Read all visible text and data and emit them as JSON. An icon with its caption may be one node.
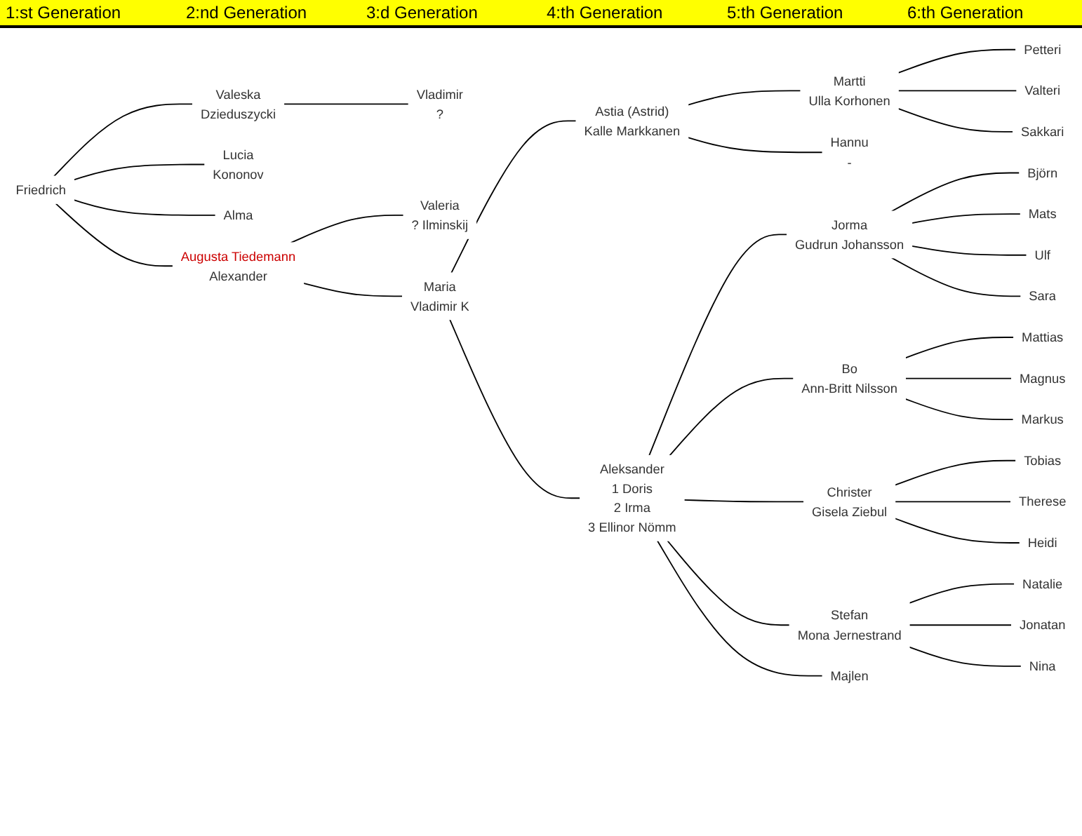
{
  "diagram": {
    "nodes": [
      {
        "text": [
          "Friedrich"
        ]
      },
      {
        "text": [
          "Valeska",
          "Dzieduszycki"
        ]
      },
      {
        "text": [
          "Lucia",
          "Kononov"
        ]
      },
      {
        "text": [
          "Alma"
        ]
      },
      {
        "text": [
          "Augusta Tiedemann",
          "Alexander"
        ]
      },
      {
        "text": [
          "Vladimir",
          "?"
        ]
      },
      {
        "text": [
          "Valeria",
          "? Ilminskij"
        ]
      },
      {
        "text": [
          "Maria",
          "Vladimir K"
        ]
      },
      {
        "text": [
          "Astia (Astrid)",
          "Kalle Markkanen"
        ]
      },
      {
        "text": [
          "Aleksander",
          "1 Doris",
          "2 Irma",
          "3 Ellinor Nömm"
        ]
      },
      {
        "text": [
          "Martti",
          "Ulla Korhonen"
        ]
      },
      {
        "text": [
          "Hannu",
          "-"
        ]
      },
      {
        "text": [
          "Jorma",
          "Gudrun Johansson"
        ]
      },
      {
        "text": [
          "Bo",
          "Ann-Britt Nilsson"
        ]
      },
      {
        "text": [
          "Christer",
          "Gisela Ziebul"
        ]
      },
      {
        "text": [
          "Stefan",
          "Mona Jernestrand"
        ]
      },
      {
        "text": [
          "Majlen"
        ]
      },
      {
        "text": [
          "Petteri"
        ]
      },
      {
        "text": [
          "Valteri"
        ]
      },
      {
        "text": [
          "Sakkari"
        ]
      },
      {
        "text": [
          "Björn"
        ]
      },
      {
        "text": [
          "Mats"
        ]
      },
      {
        "text": [
          "Ulf"
        ]
      },
      {
        "text": [
          "Sara"
        ]
      },
      {
        "text": [
          "Mattias"
        ]
      },
      {
        "text": [
          "Magnus"
        ]
      },
      {
        "text": [
          "Markus"
        ]
      },
      {
        "text": [
          "Tobias"
        ]
      },
      {
        "text": [
          "Therese"
        ]
      },
      {
        "text": [
          "Heidi"
        ]
      },
      {
        "text": [
          "Natalie"
        ]
      },
      {
        "text": [
          "Jonatan"
        ]
      },
      {
        "text": [
          "Nina"
        ]
      }
    ],
    "edges": [
      {
        "from": 0,
        "to": 1,
        "arrow": "none"
      },
      {
        "from": 0,
        "to": 2,
        "arrow": "none"
      },
      {
        "from": 0,
        "to": 3,
        "arrow": "none"
      },
      {
        "from": 0,
        "to": 4,
        "arrow": "none"
      },
      {
        "from": 1,
        "to": 5,
        "arrow": "none"
      },
      {
        "from": 4,
        "to": 6,
        "arrow": "none"
      },
      {
        "from": 4,
        "to": 7,
        "arrow": "none"
      },
      {
        "from": 7,
        "to": 8,
        "arrow": "none"
      },
      {
        "from": 7,
        "to": 9,
        "arrow": "none"
      },
      {
        "from": 8,
        "to": 10,
        "arrow": "none"
      },
      {
        "from": 8,
        "to": 11,
        "arrow": "none"
      },
      {
        "from": 9,
        "to": 12,
        "arrow": "none"
      },
      {
        "from": 9,
        "to": 13,
        "arrow": "none"
      },
      {
        "from": 9,
        "to": 14,
        "arrow": "none"
      },
      {
        "from": 9,
        "to": 15,
        "arrow": "none"
      },
      {
        "from": 9,
        "to": 16,
        "arrow": "none"
      },
      {
        "from": 10,
        "to": 17,
        "arrow": "none"
      },
      {
        "from": 10,
        "to": 18,
        "arrow": "none"
      },
      {
        "from": 10,
        "to": 19,
        "arrow": "none"
      },
      {
        "from": 12,
        "to": 20,
        "arrow": "none"
      },
      {
        "from": 12,
        "to": 21,
        "arrow": "none"
      },
      {
        "from": 12,
        "to": 22,
        "arrow": "none"
      },
      {
        "from": 12,
        "to": 23,
        "arrow": "none"
      },
      {
        "from": 13,
        "to": 24,
        "arrow": "none"
      },
      {
        "from": 13,
        "to": 25,
        "arrow": "none"
      },
      {
        "from": 13,
        "to": 26,
        "arrow": "none"
      },
      {
        "from": 14,
        "to": 27,
        "arrow": "none"
      },
      {
        "from": 14,
        "to": 28,
        "arrow": "none"
      },
      {
        "from": 14,
        "to": 29,
        "arrow": "none"
      },
      {
        "from": 15,
        "to": 30,
        "arrow": "none"
      },
      {
        "from": 15,
        "to": 31,
        "arrow": "none"
      },
      {
        "from": 15,
        "to": 32,
        "arrow": "none"
      }
    ],
    "labels": [
      "1:st Generation",
      "2:nd Generation",
      "3:d Generation",
      "4:th Generation",
      "5:th Generation",
      "6:th Generation"
    ]
  }
}
